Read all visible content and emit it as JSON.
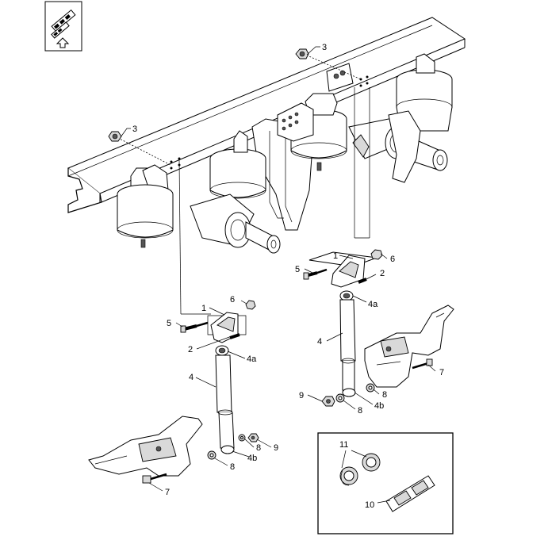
{
  "callouts": {
    "nut_top_right": "3",
    "nut_top_left": "3",
    "bracket_right": "1",
    "washer_right": "6",
    "bolt_right": "5",
    "pin_right": "2",
    "bushing_right": "4a",
    "damper_right": "4",
    "bolt_lower_right": "7",
    "washer_lower_right": "8",
    "nut_lower_right": "9",
    "washer_lower_right_b": "8",
    "bushing_lower_right": "4b",
    "washer_left": "6",
    "bracket_left": "1",
    "bolt_left": "5",
    "pin_left": "2",
    "bushing_left": "4a",
    "damper_left": "4",
    "washer_lower_left": "8",
    "nut_lower_left": "9",
    "bushing_lower_left": "4b",
    "washer_lower_left_b": "8",
    "bolt_lower_left": "7",
    "inset_bush": "11",
    "inset_plate": "10"
  },
  "icons": {
    "orientation": "direction-arrow-icon"
  }
}
